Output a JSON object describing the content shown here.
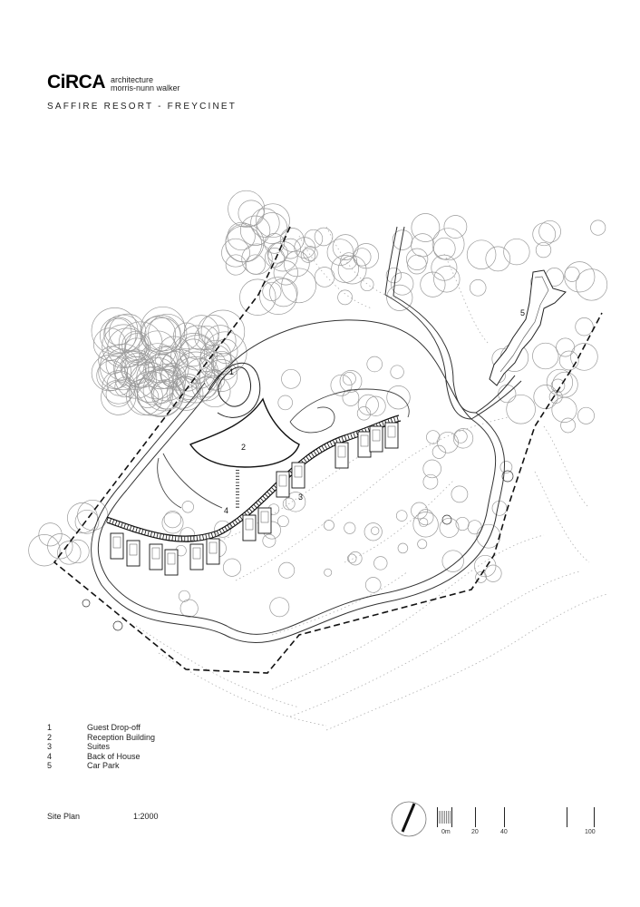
{
  "header": {
    "brand": "CiRCA",
    "brand_line1": "architecture",
    "brand_line2": "morris-nunn walker",
    "project_title": "SAFFIRE RESORT - FREYCINET"
  },
  "plan_labels": {
    "label_1": "1",
    "label_2": "2",
    "label_3": "3",
    "label_4": "4",
    "label_5": "5"
  },
  "legend": [
    {
      "number": "1",
      "label": "Guest Drop-off"
    },
    {
      "number": "2",
      "label": "Reception Building"
    },
    {
      "number": "3",
      "label": "Suites"
    },
    {
      "number": "4",
      "label": "Back of House"
    },
    {
      "number": "5",
      "label": "Car Park"
    }
  ],
  "footer": {
    "drawing_name": "Site Plan",
    "scale": "1:2000"
  },
  "scale_bar": {
    "labels": [
      "0m",
      "20",
      "40",
      "100"
    ]
  },
  "colors": {
    "ink": "#111111",
    "tree_outline": "#9a9a9a",
    "contour": "#b0b0b0",
    "background": "#ffffff"
  }
}
